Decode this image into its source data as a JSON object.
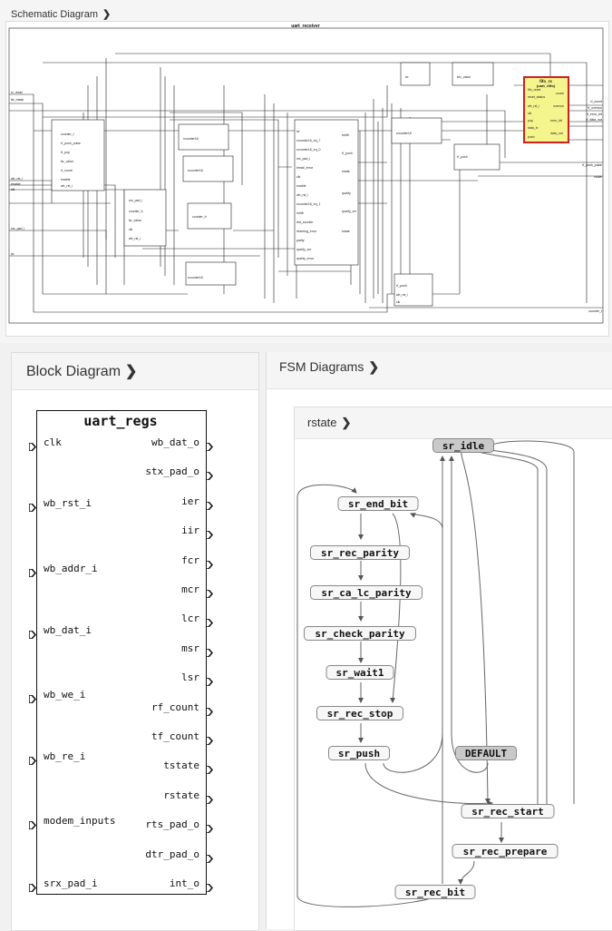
{
  "schematic": {
    "title": "Schematic Diagram",
    "module_name": "uart_receiver",
    "highlight_block": {
      "title": "fifo_rx",
      "subtitle": "(uart_rfifo)"
    },
    "left_inputs": [
      "rx_reset",
      "lsr_mask",
      "wb_rst_i",
      "enable",
      "clk",
      "srx_pad_i",
      "lcr"
    ],
    "right_outputs": [
      "rf_count",
      "rf_overrun",
      "rf_error_bit",
      "rf_data_out",
      "rf_push_pulse",
      "rstate",
      "counter_t"
    ]
  },
  "block_diagram": {
    "title": "Block Diagram",
    "module": "uart_regs",
    "inputs": [
      "clk",
      "wb_rst_i",
      "wb_addr_i",
      "wb_dat_i",
      "wb_we_i",
      "wb_re_i",
      "modem_inputs",
      "srx_pad_i"
    ],
    "outputs": [
      "wb_dat_o",
      "stx_pad_o",
      "ier",
      "iir",
      "fcr",
      "mcr",
      "lcr",
      "msr",
      "lsr",
      "rf_count",
      "tf_count",
      "tstate",
      "rstate",
      "rts_pad_o",
      "dtr_pad_o",
      "int_o"
    ]
  },
  "fsm": {
    "title": "FSM Diagrams",
    "machine": "rstate",
    "states": [
      {
        "id": "sr_idle",
        "label": "sr_idle",
        "highlight": true
      },
      {
        "id": "sr_end_bit",
        "label": "sr_end_bit"
      },
      {
        "id": "sr_rec_parity",
        "label": "sr_rec_parity"
      },
      {
        "id": "sr_ca_lc_parity",
        "label": "sr_ca_lc_parity"
      },
      {
        "id": "sr_check_parity",
        "label": "sr_check_parity"
      },
      {
        "id": "sr_wait1",
        "label": "sr_wait1"
      },
      {
        "id": "sr_rec_stop",
        "label": "sr_rec_stop"
      },
      {
        "id": "sr_push",
        "label": "sr_push"
      },
      {
        "id": "DEFAULT",
        "label": "DEFAULT",
        "highlight": true
      },
      {
        "id": "sr_rec_start",
        "label": "sr_rec_start"
      },
      {
        "id": "sr_rec_prepare",
        "label": "sr_rec_prepare"
      },
      {
        "id": "sr_rec_bit",
        "label": "sr_rec_bit"
      }
    ]
  },
  "colors": {
    "highlight_block": "#f4f58c",
    "highlight_border": "#d11f1f",
    "state_fill": "#f7f7f7",
    "state_highlight": "#c9c9c9"
  }
}
